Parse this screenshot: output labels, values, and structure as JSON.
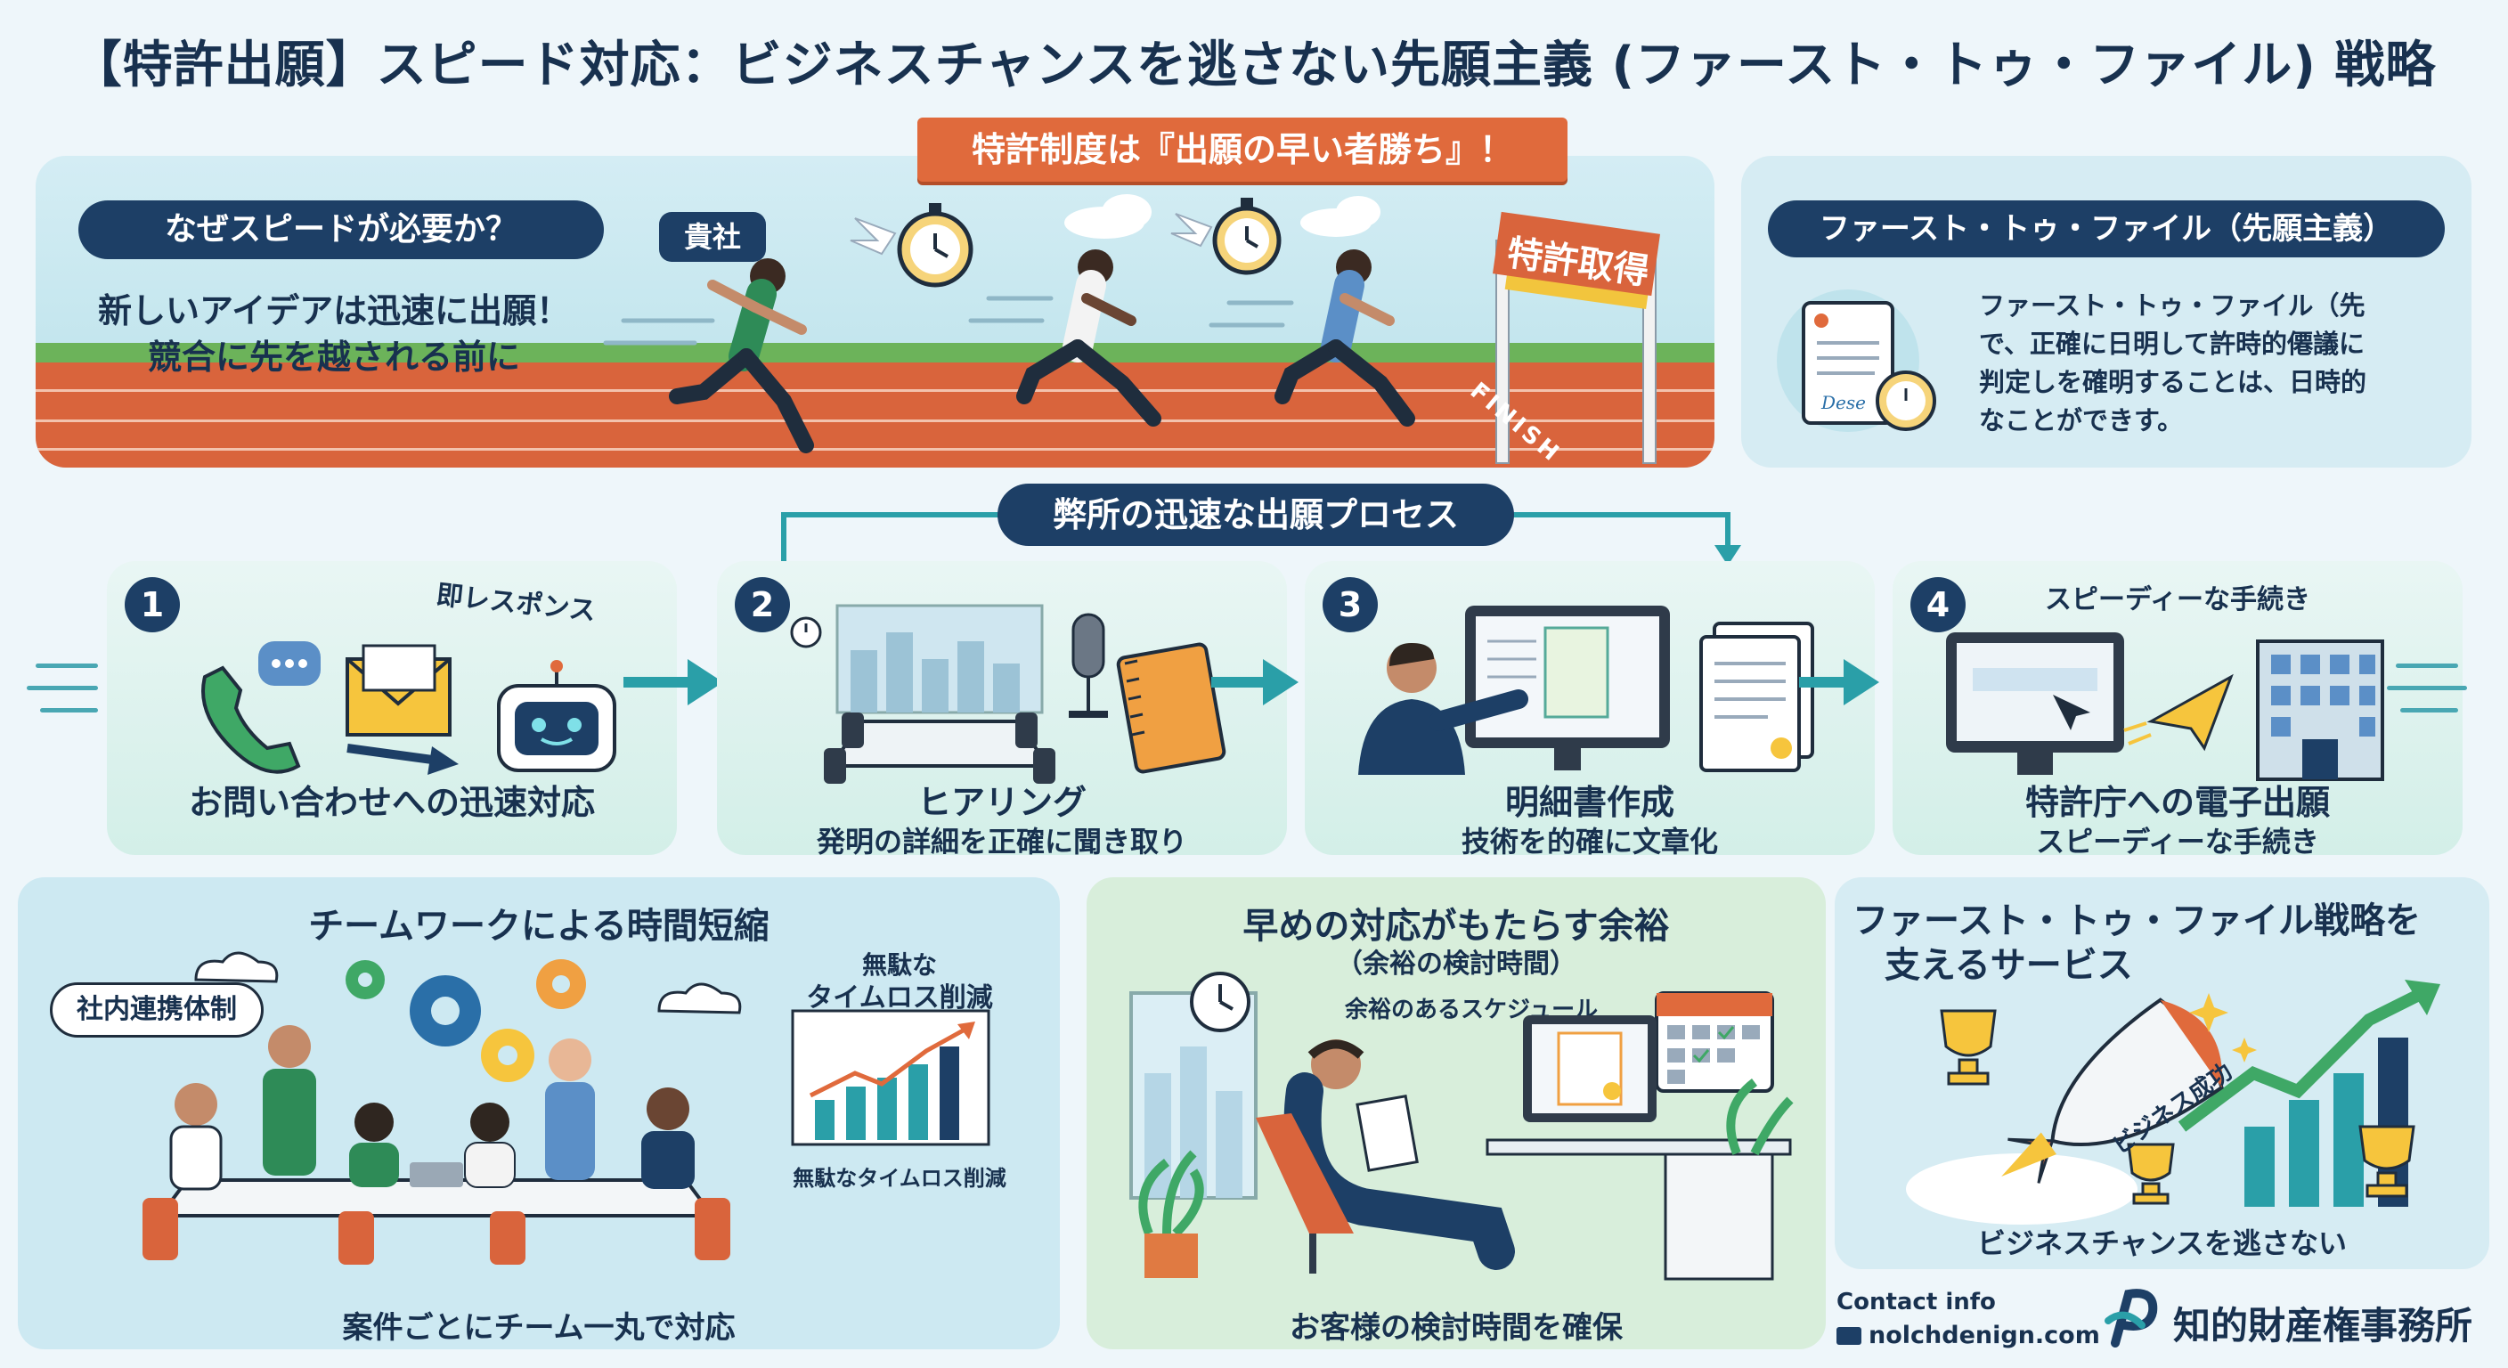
{
  "title": "【特許出願】スピード対応：ビジネスチャンスを逃さない先願主義 (ファースト・トゥ・ファイル) 戦略",
  "hero": {
    "banner": "特許制度は『出願の早い者勝ち』！",
    "why_pill": "なぜスピードが必要か？",
    "why_line1": "新しいアイデアは迅速に出願！",
    "why_line2": "競合に先を越される前に",
    "runner_tag": "貴社",
    "finish_sign": "特許取得",
    "finish_track": "FINISH"
  },
  "ftf_panel": {
    "pill": "ファースト・トゥ・ファイル（先願主義）",
    "desc_lines": [
      "ファースト・トゥ・ファイル（先",
      "で、正確に日明して許時的僊議に",
      "判定しを確明することは、日時的",
      "なことができす。"
    ],
    "signature": "Dese"
  },
  "process": {
    "banner": "弊所の迅速な出願プロセス",
    "steps": [
      {
        "num": "1",
        "top_label": "即レスポンス",
        "title": "お問い合わせへの迅速対応",
        "sub": ""
      },
      {
        "num": "2",
        "top_label": "",
        "title": "ヒアリング",
        "sub": "発明の詳細を正確に聞き取り"
      },
      {
        "num": "3",
        "top_label": "",
        "title": "明細書作成",
        "sub": "技術を的確に文章化"
      },
      {
        "num": "4",
        "top_label": "スピーディーな手続き",
        "title": "特許庁への電子出願",
        "sub": "スピーディーな手続き"
      }
    ]
  },
  "teamwork": {
    "title": "チームワークによる時間短縮",
    "bubble": "社内連携体制",
    "chart_label_1": "無駄な",
    "chart_label_2": "タイムロス削減",
    "chart_caption": "無駄なタイムロス削減",
    "caption": "案件ごとにチーム一丸で対応"
  },
  "margin": {
    "title": "早めの対応がもたらす余裕",
    "subtitle": "（余裕の検討時間）",
    "schedule_label": "余裕のあるスケジュール",
    "caption": "お客様の検討時間を確保"
  },
  "service": {
    "title_line1": "ファースト・トゥ・ファイル戦略を",
    "title_line2": "支えるサービス",
    "rocket_label": "ビジネス成功",
    "caption": "ビジネスチャンスを逃さない"
  },
  "footer": {
    "contact_label": "Contact info",
    "email": "nolchdenign.com",
    "firm_name": "知的財産権事務所"
  },
  "colors": {
    "navy": "#1d3f66",
    "orange": "#e06a3c",
    "teal": "#2a9fa8",
    "mint": "#d3efe8",
    "sky": "#cde9f2"
  }
}
